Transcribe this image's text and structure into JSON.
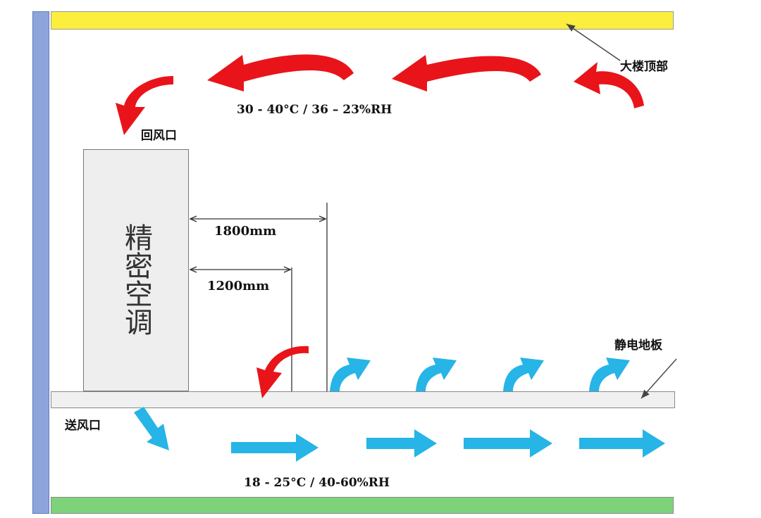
{
  "labels": {
    "ceiling": "大楼顶部",
    "return_vent": "回风口",
    "return_air_condition": "30 - 40°C / 36 – 23%RH",
    "crac_unit": "精密空调",
    "dim_long": "1800mm",
    "dim_short": "1200mm",
    "raised_floor": "静电地板",
    "supply_vent": "送风口",
    "supply_air_condition": "18 - 25°C / 40-60%RH"
  },
  "colors": {
    "ceiling": "#fbee3c",
    "left_wall": "#8ea5dc",
    "ground": "#7ed37a",
    "raised_floor": "#f0f0f0",
    "hot_arrow": "#e8141a",
    "cool_arrow": "#27b4e6"
  },
  "icons": {
    "hot_air": "curved-arrow",
    "cool_air": "curved-arrow",
    "supply_flow": "straight-arrow"
  }
}
